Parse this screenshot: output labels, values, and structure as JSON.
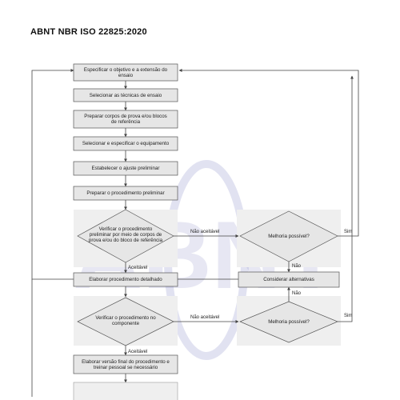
{
  "document": {
    "title": "ABNT NBR ISO 22825:2020",
    "watermark": "ABNT",
    "accent_color": "#7d7fc0",
    "box_fill": "#e6e6e6",
    "line_color": "#444444"
  },
  "flowchart": {
    "steps": [
      {
        "lines": [
          "Especificar o objetivo e a extensão do",
          "ensaio"
        ]
      },
      {
        "lines": [
          "Selecionar as técnicas de ensaio"
        ]
      },
      {
        "lines": [
          "Preparar corpos de prova e/ou blocos",
          "de referência"
        ]
      },
      {
        "lines": [
          "Selecionar e especificar o equipamento"
        ]
      },
      {
        "lines": [
          "Estabelecer o ajuste preliminar"
        ]
      },
      {
        "lines": [
          "Preparar o procedimento preliminar"
        ]
      },
      {
        "lines": [
          "Elaborar procedimento detalhado"
        ]
      },
      {
        "lines": [
          "Considerar alternativas"
        ]
      },
      {
        "lines": [
          "Elaborar versão final do procedimento e",
          "treinar pessoal se necessário"
        ]
      }
    ],
    "decisions": [
      {
        "lines": [
          "Verificar o procedimento",
          "preliminar por meio de corpos de",
          "prova e/ou do bloco de referência"
        ]
      },
      {
        "lines": [
          "Melhoria possível?"
        ]
      },
      {
        "lines": [
          "Verificar o procedimento no",
          "componente"
        ]
      },
      {
        "lines": [
          "Melhoria possível?"
        ]
      }
    ],
    "edge_labels": {
      "not_acceptable_1": "Não aceitável",
      "yes_1": "Sim",
      "no_1": "Não",
      "acceptable_1": "Aceitável",
      "no_2": "Não",
      "not_acceptable_2": "Não aceitável",
      "yes_2": "Sim",
      "acceptable_2": "Aceitável"
    }
  }
}
